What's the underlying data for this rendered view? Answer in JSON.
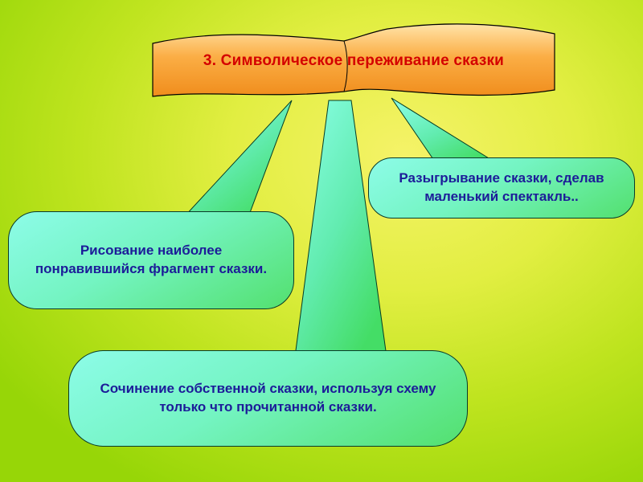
{
  "slide": {
    "title": "3. Символическое переживание сказки",
    "boxes": [
      {
        "id": "draw",
        "text": "Рисование наиболее понравившийся фрагмент сказки."
      },
      {
        "id": "act",
        "text": "Разыгрывание сказки, сделав маленький спектакль.."
      },
      {
        "id": "compose",
        "text": "Сочинение собственной сказки, используя схему только что прочитанной сказки."
      }
    ],
    "colors": {
      "background_center": "#f5f368",
      "background_edge": "#97d607",
      "ribbon_light": "#ffd98c",
      "ribbon_dark": "#f39122",
      "title_text": "#d40000",
      "box_gradient_start": "#8dfce8",
      "box_gradient_end": "#53e06e",
      "box_text": "#1c1c99",
      "outline": "#000000"
    }
  }
}
